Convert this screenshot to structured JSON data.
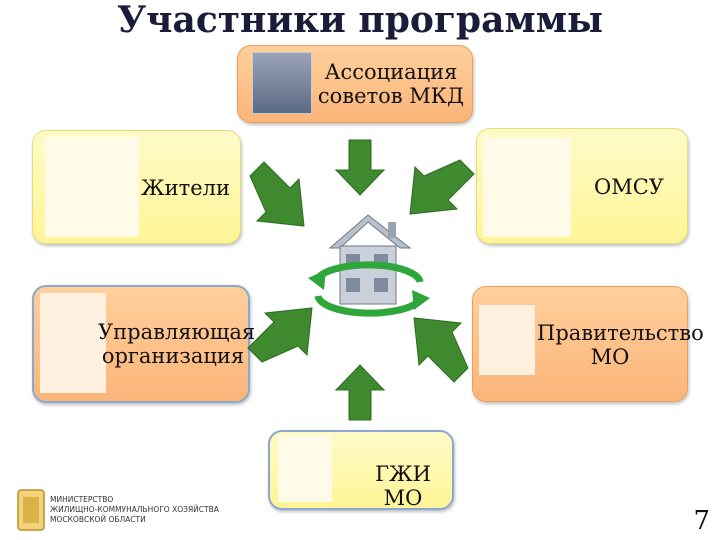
{
  "title": "Участники программы",
  "participants": {
    "association": "Ассоциация советов МКД",
    "residents": "Жители",
    "omsu": "ОМСУ",
    "management": "Управляющая организация",
    "government": "Правительство МО",
    "gzhi": "ГЖИ МО"
  },
  "footer": {
    "ministry_line1": "МИНИСТЕРСТВО",
    "ministry_line2": "ЖИЛИЩНО-КОММУНАЛЬНОГО ХОЗЯЙСТВА",
    "ministry_line3": "МОСКОВСКОЙ ОБЛАСТИ",
    "page_number": "7"
  },
  "colors": {
    "yellow_box": "#fff596",
    "orange_box": "#fbb579",
    "arrow": "#3f8a2f",
    "cycle_arrow": "#2fa63a",
    "house": "#8e98a8"
  }
}
